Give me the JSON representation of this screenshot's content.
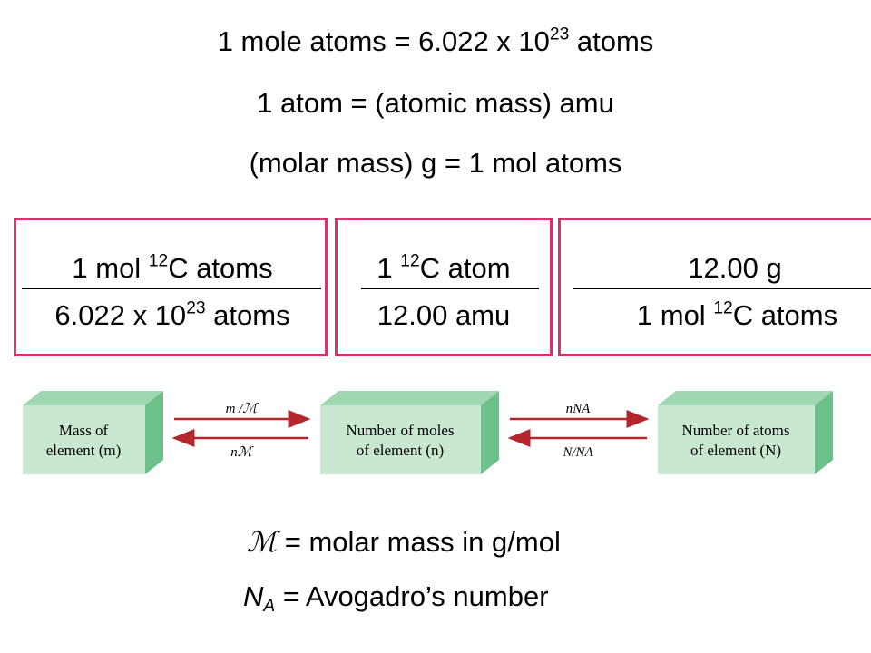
{
  "relations": {
    "line1": {
      "lhs": "1 mole atoms = 6.022 x 10",
      "exp": "23",
      "rhs": " atoms"
    },
    "line2": "1 atom = (atomic mass) amu",
    "line3": "(molar mass) g = 1 mol atoms"
  },
  "fractions": [
    {
      "num_pre": "1 mol ",
      "num_sup": "12",
      "num_post": "C atoms",
      "den_pre": "6.022 x 10",
      "den_sup": "23",
      "den_post": " atoms"
    },
    {
      "num_pre": "1 ",
      "num_sup": "12",
      "num_post": "C atom",
      "den_pre": "12.00 amu",
      "den_sup": "",
      "den_post": ""
    },
    {
      "num_pre": "12.00 g",
      "num_sup": "",
      "num_post": "",
      "den_pre": "1 mol ",
      "den_sup": "12",
      "den_post": "C atoms"
    }
  ],
  "diagram": {
    "block1": {
      "line1": "Mass of",
      "line2": "element (m)"
    },
    "block2": {
      "line1": "Number of moles",
      "line2": "of element (n)"
    },
    "block3": {
      "line1": "Number of atoms",
      "line2": "of element (N)"
    },
    "arrow1_forward": "m /ℳ",
    "arrow1_back": "nℳ",
    "arrow2_forward": "nNA",
    "arrow2_back": "N/NA",
    "colors": {
      "block_front": "#c9e8d2",
      "block_side": "#6cc08a",
      "block_top": "#9fd7b0",
      "arrow": "#b3262c"
    }
  },
  "legend": {
    "molar_symbol": "ℳ",
    "molar_text": " = molar mass in g/mol",
    "na_symbol": "N",
    "na_sub": "A",
    "na_text": " = Avogadro’s number"
  },
  "colors": {
    "box_border": "#d6336c"
  }
}
